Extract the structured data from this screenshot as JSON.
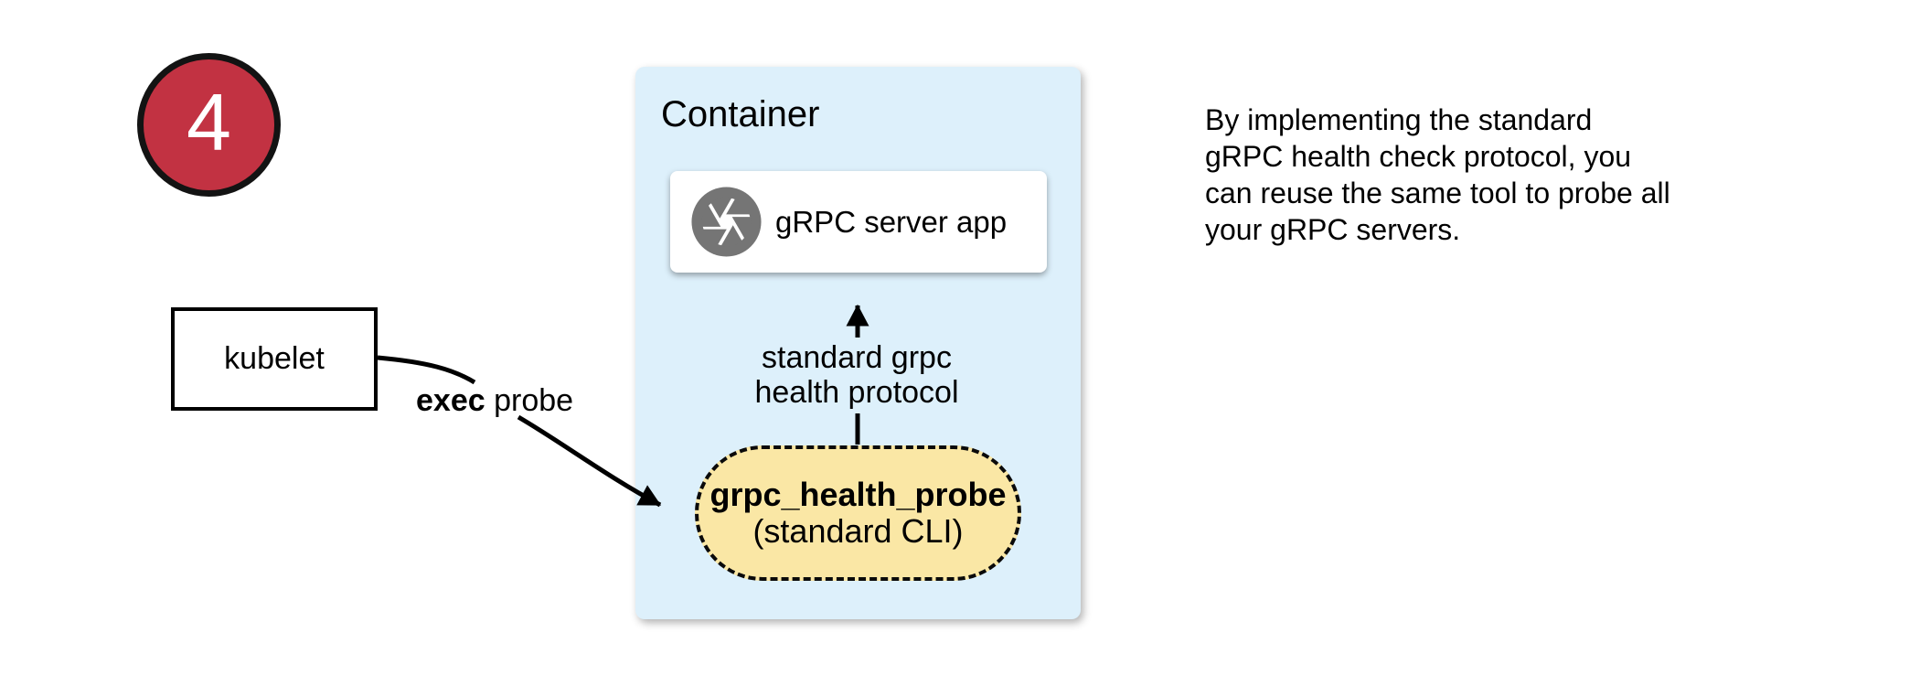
{
  "badge": {
    "number": "4"
  },
  "kubelet": {
    "label": "kubelet"
  },
  "exec_probe": {
    "bold": "exec",
    "regular": " probe"
  },
  "container": {
    "title": "Container",
    "server_app": {
      "label": "gRPC server app"
    },
    "health_probe": {
      "name": "grpc_health_probe",
      "subtitle": "(standard CLI)"
    },
    "protocol_label": "standard grpc\nhealth protocol"
  },
  "note": "By implementing the standard\ngRPC health check protocol, you\ncan reuse the same tool to probe all\nyour gRPC servers.",
  "colors": {
    "badge_red": "#C23242",
    "container_blue": "#DDF0FB",
    "probe_yellow": "#FAE7A5",
    "icon_gray": "#757575",
    "line_black": "#000000"
  }
}
